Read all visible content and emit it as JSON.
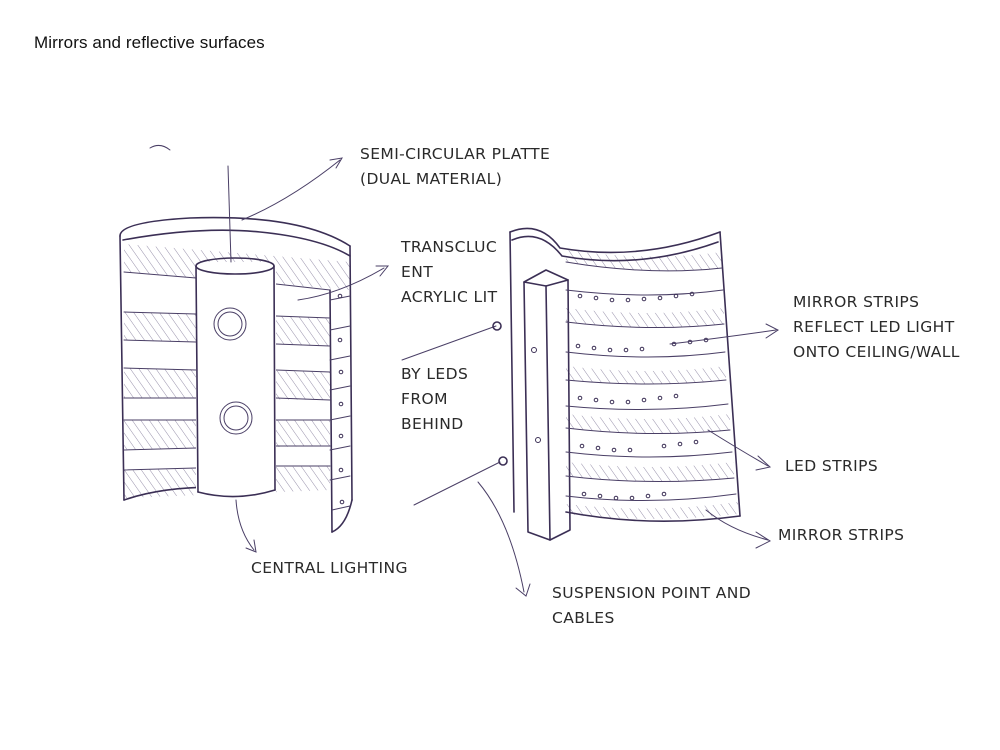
{
  "title": "Mirrors and reflective surfaces",
  "labels": {
    "semi_circular": [
      "SEMI-CIRCULAR PLATTE",
      "(DUAL MATERIAL)"
    ],
    "translucent": [
      "TRANSCLUC",
      "ENT",
      "ACRYLIC LIT"
    ],
    "by_leds": [
      "BY LEDS",
      "FROM",
      "BEHIND"
    ],
    "mirror_reflect": [
      "MIRROR STRIPS",
      "REFLECT LED LIGHT",
      "ONTO CEILING/WALL"
    ],
    "led_strips": "LED STRIPS",
    "mirror_strips": "MIRROR STRIPS",
    "central_lighting": "CENTRAL LIGHTING",
    "suspension": [
      "SUSPENSION POINT AND",
      "CABLES"
    ]
  },
  "colors": {
    "ink": "#3b2f55",
    "text": "#2a2a2a",
    "background": "#ffffff"
  }
}
